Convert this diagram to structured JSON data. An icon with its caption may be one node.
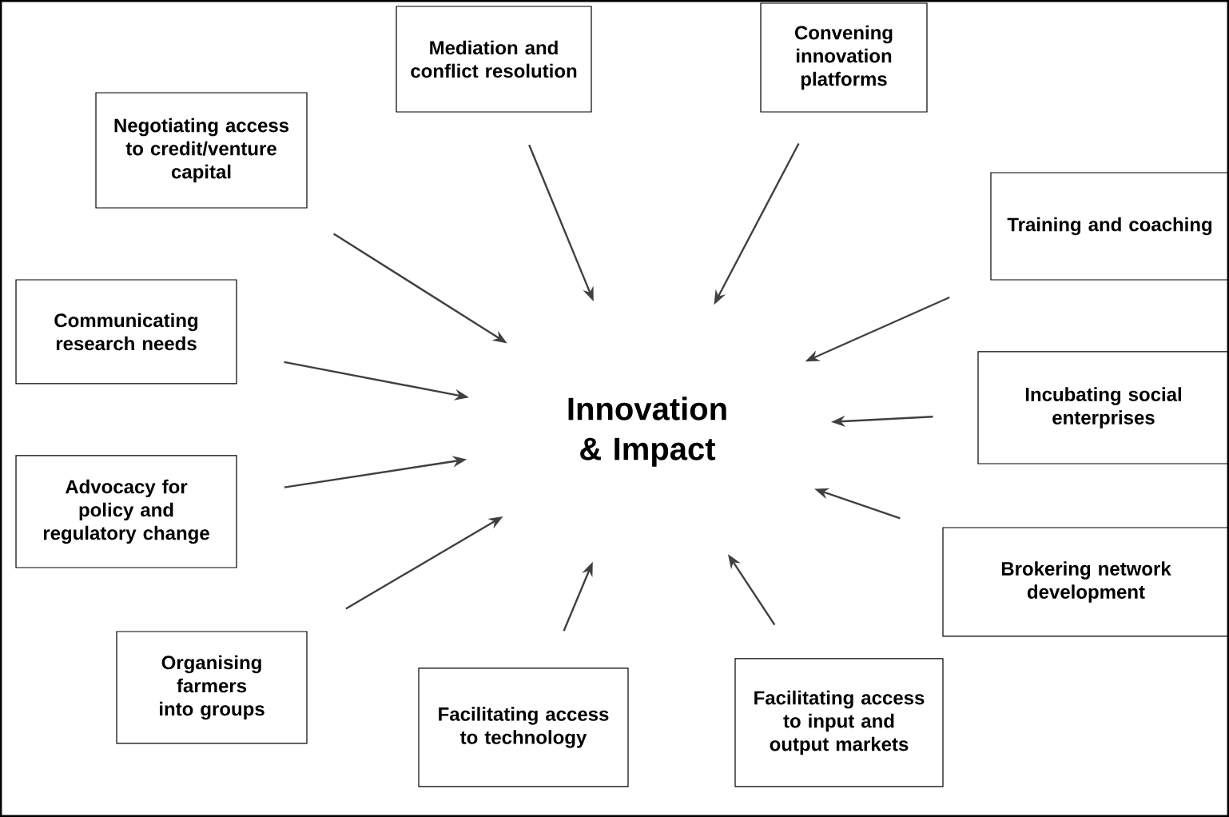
{
  "diagram": {
    "nodes": [
      {
        "text": [
          "Innovation & Impact"
        ]
      },
      {
        "text": [
          "Negotiating access to credit/venture capital"
        ]
      },
      {
        "text": [
          "Mediation and conflict resolution"
        ]
      },
      {
        "text": [
          "Convening innovation platforms"
        ]
      },
      {
        "text": [
          "Training and coaching"
        ]
      },
      {
        "text": [
          "Communicating research needs"
        ]
      },
      {
        "text": [
          "Incubating social enterprises"
        ]
      },
      {
        "text": [
          "Advocacy for policy and regulatory change"
        ]
      },
      {
        "text": [
          "Brokering network development"
        ]
      },
      {
        "text": [
          "Organising farmers into groups"
        ]
      },
      {
        "text": [
          "Facilitating access to technology"
        ]
      },
      {
        "text": [
          "Facilitating access to input and output markets"
        ]
      }
    ],
    "edges": [
      {
        "from": 1,
        "to": 0,
        "arrow": "to"
      },
      {
        "from": 2,
        "to": 0,
        "arrow": "to"
      },
      {
        "from": 3,
        "to": 0,
        "arrow": "to"
      },
      {
        "from": 4,
        "to": 0,
        "arrow": "to"
      },
      {
        "from": 5,
        "to": 0,
        "arrow": "to"
      },
      {
        "from": 6,
        "to": 0,
        "arrow": "to"
      },
      {
        "from": 7,
        "to": 0,
        "arrow": "to"
      },
      {
        "from": 8,
        "to": 0,
        "arrow": "to"
      },
      {
        "from": 9,
        "to": 0,
        "arrow": "to"
      },
      {
        "from": 10,
        "to": 0,
        "arrow": "to"
      },
      {
        "from": 11,
        "to": 0,
        "arrow": "to"
      }
    ]
  }
}
